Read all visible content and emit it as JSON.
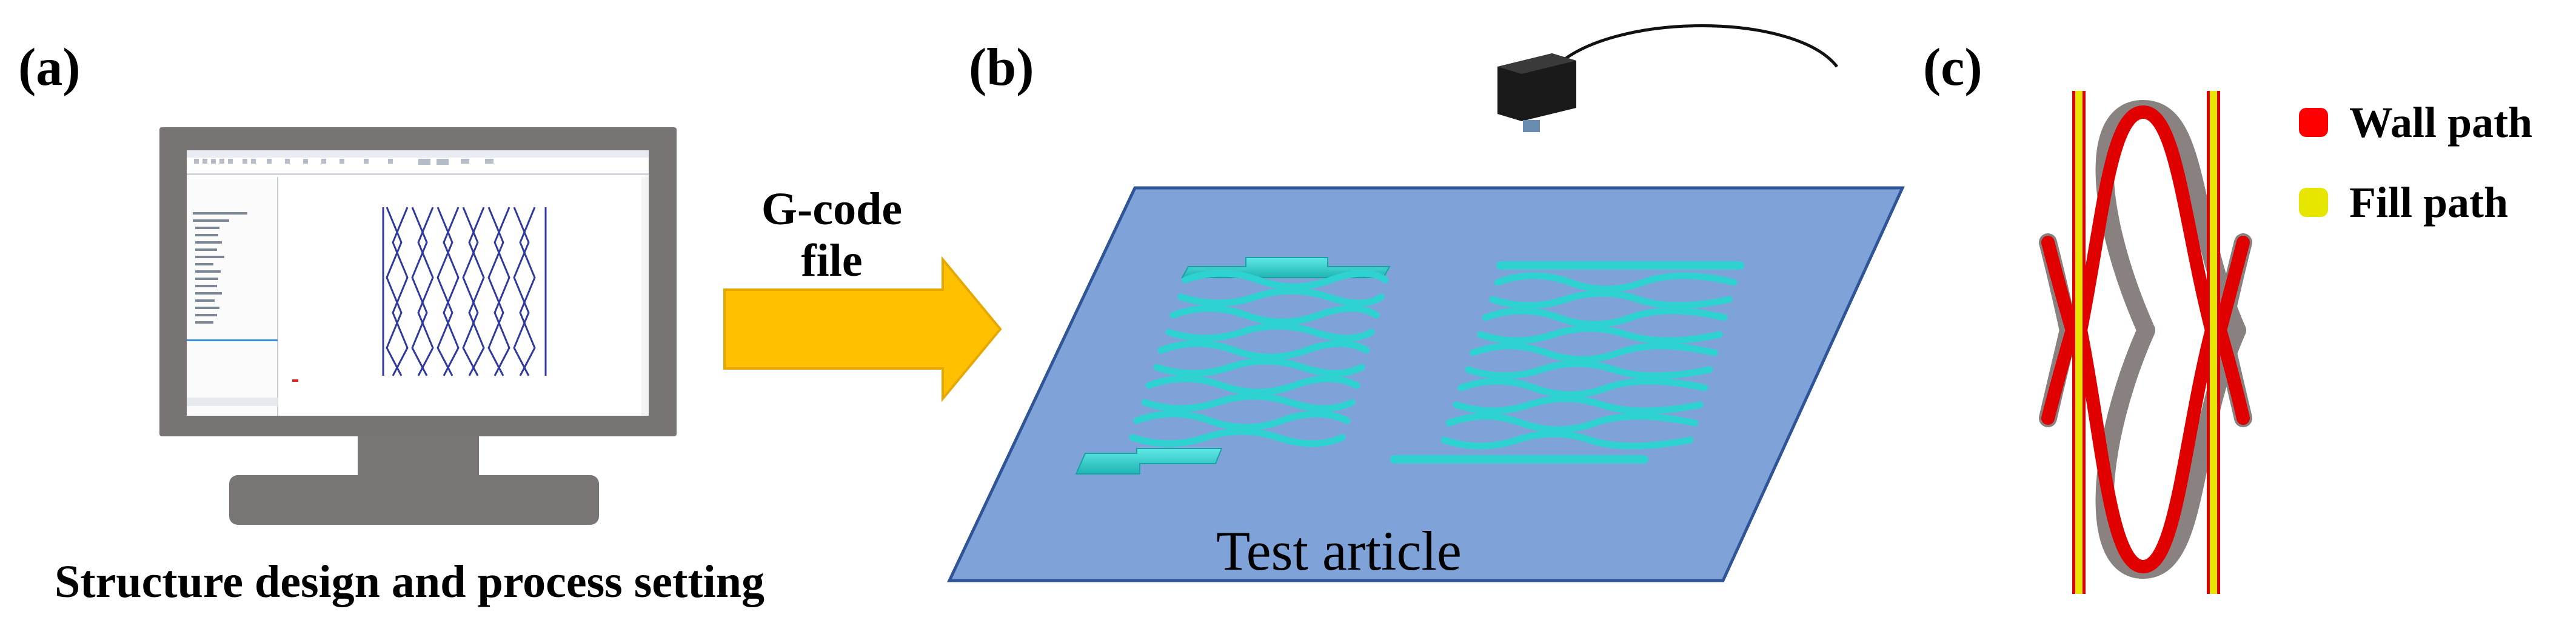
{
  "panels": {
    "a": {
      "label": "(a)",
      "caption": "Structure design and process setting"
    },
    "b": {
      "label": "(b)",
      "plate_text": "Test article"
    },
    "c": {
      "label": "(c)"
    }
  },
  "arrow": {
    "line1": "G-code",
    "line2": "file"
  },
  "legend": [
    {
      "label": "Wall path",
      "color": "#ff0000"
    },
    {
      "label": "Fill path",
      "color": "#e6e600"
    }
  ],
  "colors": {
    "monitor_frame": "#787474",
    "monitor_stand": "#7a7676",
    "arrow_fill": "#ffc000",
    "arrow_stroke": "#e6a800",
    "plate_fill": "#7fa3d9",
    "plate_stroke": "#2f5597",
    "specimen": "#33d1cf",
    "wall_path": "#e00000",
    "fill_path": "#e6e600"
  },
  "icons": [
    "monitor-icon",
    "print-head-icon",
    "arrow-icon"
  ]
}
